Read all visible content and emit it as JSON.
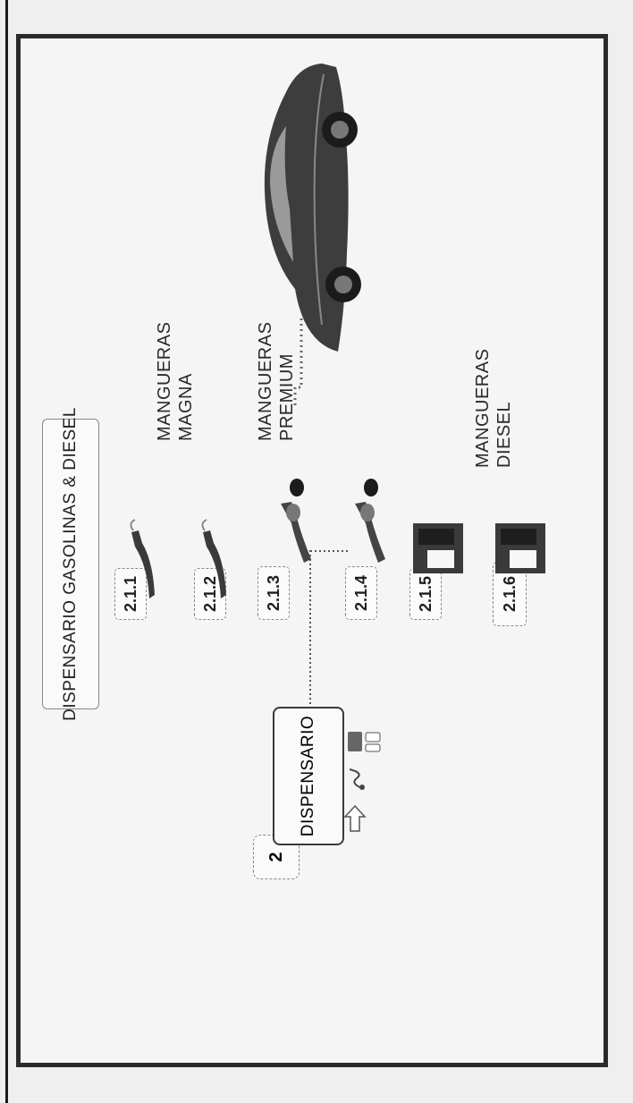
{
  "title": "DISPENSARIO GASOLINAS & DIESEL",
  "dispensario": {
    "number": "2",
    "label": "DISPENSARIO"
  },
  "hose_codes": [
    "2.1.1",
    "2.1.2",
    "2.1.3",
    "2.1.4",
    "2.1.5",
    "2.1.6"
  ],
  "groups": {
    "magna": [
      "MANGUERAS",
      "MAGNA"
    ],
    "premium": [
      "MANGUERAS",
      "PREMIUM"
    ],
    "diesel": [
      "MANGUERAS",
      "DIESEL"
    ]
  },
  "icons": [
    "fuel-nozzle-icon",
    "fuel-can-icon",
    "car-icon",
    "arrow-icon",
    "connector-icon",
    "bottles-icon"
  ]
}
